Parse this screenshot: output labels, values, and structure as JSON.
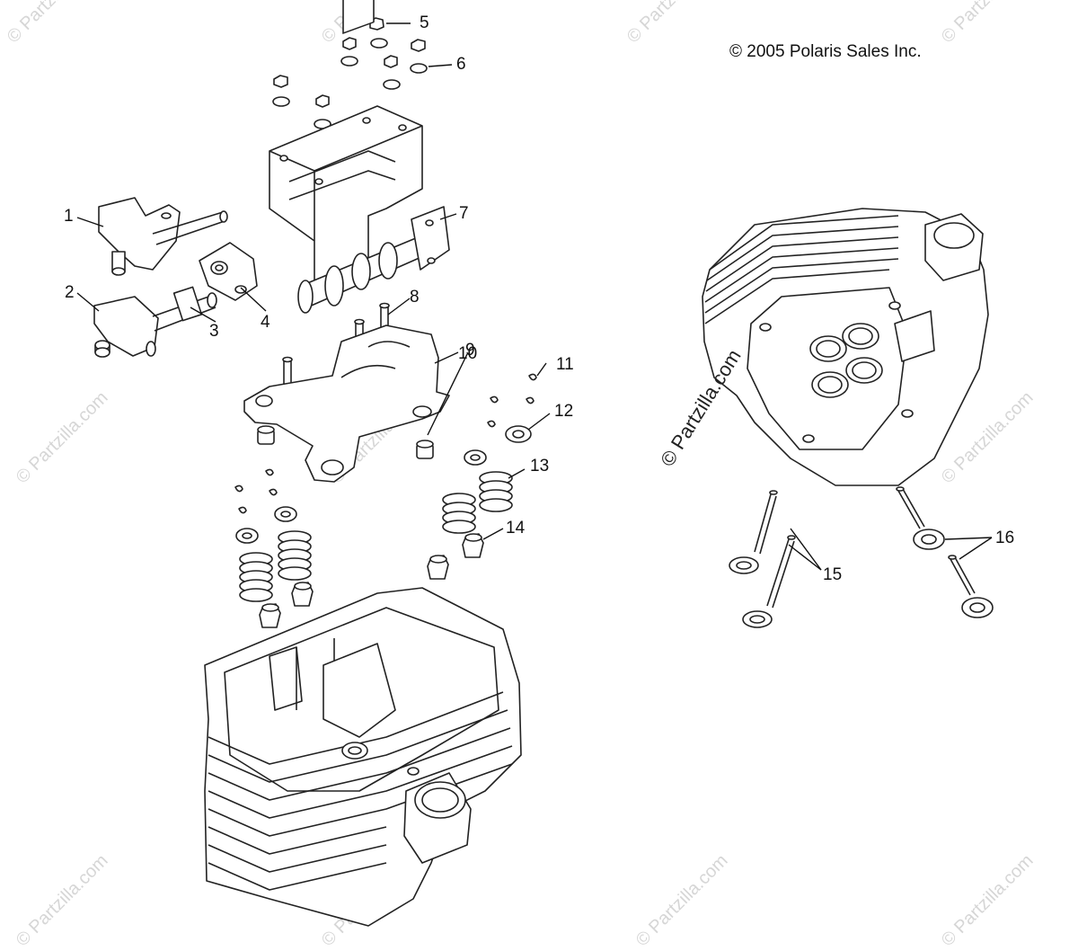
{
  "copyright": "© 2005 Polaris Sales Inc.",
  "watermark": "© Partzilla.com",
  "callouts": [
    "1",
    "2",
    "3",
    "4",
    "5",
    "6",
    "7",
    "8",
    "9",
    "10",
    "11",
    "12",
    "13",
    "14",
    "15",
    "16"
  ]
}
